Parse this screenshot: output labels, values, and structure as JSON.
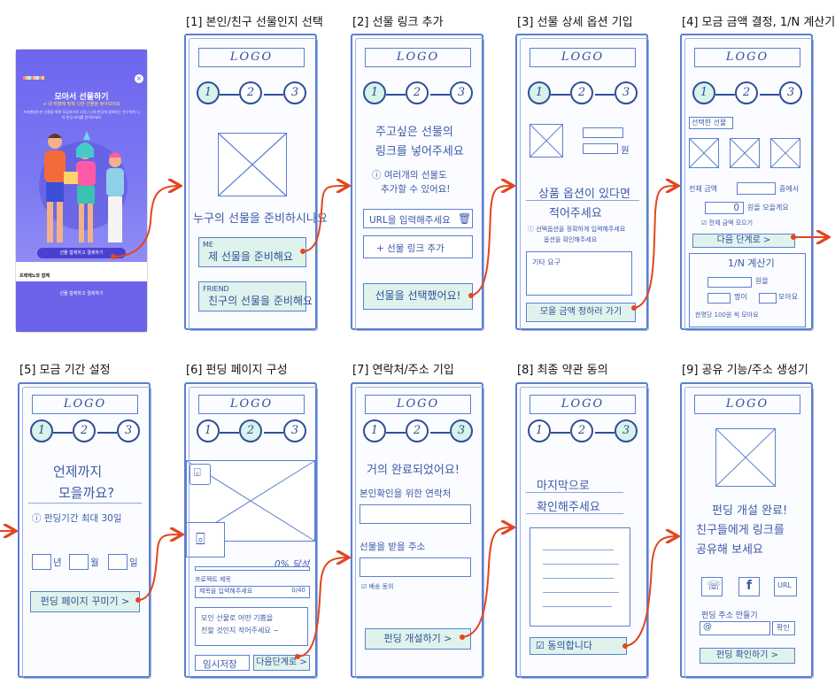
{
  "step_titles": [
    "[1] 본인/친구 선물인지 선택",
    "[2] 선물 링크 추가",
    "[3] 선물 상세 옵션 기입",
    "[4] 모금 금액 결정, 1/N 계산기",
    "[5] 모금 기간 설정",
    "[6] 펀딩 페이지 구성",
    "[7] 연락처/주소 기입",
    "[8] 최종 약관 동의",
    "[9] 공유 기능/주소 생성기"
  ],
  "logo_text": "LOGO",
  "stepper": [
    "1",
    "2",
    "3"
  ],
  "phone": {
    "title": "모아서 선물하기",
    "subtitle": "+ 내 취향에 맞춰 나만 선물을 찾아보아요",
    "desc": "프레젠테이션 선물을 위해 모금하기로 시작 / 나의 펀딩에 함께하는 친구에게 나의 펀딩 초대를 받아보세요",
    "cta": "선물 함께하고 결제하기",
    "footer_label": "프레제노와 함께",
    "bottom_cta": "선물 함께하고 결제하기"
  },
  "screen1": {
    "question": "누구의 선물을 준비하시나요",
    "me_tag": "ME",
    "me_btn": "제 선물을 준비해요",
    "friend_tag": "FRIEND",
    "friend_btn": "친구의 선물을 준비해요"
  },
  "screen2": {
    "line1": "주고싶은 선물의",
    "line2": "링크를 넣어주세요",
    "hint1": "ⓘ 여러개의 선물도",
    "hint2": "추가할 수 있어요!",
    "url_placeholder": "URL을 입력해주세요",
    "add_btn": "+ 선물 링크 추가",
    "next_btn": "선물을 선택했어요!"
  },
  "screen3": {
    "price_suffix": "원",
    "line1": "상품 옵션이 있다면",
    "line2": "적어주세요",
    "hint1": "ⓘ 선택옵션을 정확하게 입력해주세요",
    "hint2": "옵션을 확인해주세요",
    "memo_placeholder": "기타 요구",
    "next_btn": "모을 금액 정하러 가기"
  },
  "screen4": {
    "label": "선택한 선물",
    "total_label": "전체 금액",
    "total_suffix": "중에서",
    "amount_value": "0",
    "amount_suffix": "원을 모을게요",
    "check_label": "전체 금액 모으기",
    "next_btn": "다음 단계로 >",
    "calc_title": "1/N 계산기",
    "calc_won": "원을",
    "calc_people": "명이",
    "calc_split": "모아요",
    "calc_result": "한명당 100원 씩 모아요"
  },
  "screen5": {
    "line1": "언제까지",
    "line2": "모을까요?",
    "hint": "ⓘ 펀딩기간 최대 30일",
    "year": "년",
    "month": "월",
    "day": "일",
    "next_btn": "펀딩 페이지 꾸미기 >"
  },
  "screen6": {
    "progress_label": "0% 달성",
    "title_label": "프로젝트 제목",
    "title_placeholder": "제목을 입력해주세요",
    "counter": "0/40",
    "desc1": "모인 선물로 어떤 기쁨을",
    "desc2": "전할 것인지 적어주세요 ~",
    "prev_btn": "임시저장",
    "next_btn": "다음단계로 >"
  },
  "screen7": {
    "line1": "거의 완료되었어요!",
    "phone_label": "본인확인을 위한 연락처",
    "address_label": "선물을 받을 주소",
    "check_label": "배송 동의",
    "next_btn": "펀딩 개설하기 >"
  },
  "screen8": {
    "line1": "마지막으로",
    "line2": "확인해주세요",
    "agree_btn": "동의합니다"
  },
  "screen9": {
    "line1": "펀딩 개설 완료!",
    "line2": "친구들에게 링크를",
    "line3": "공유해 보세요",
    "share_icons": [
      "kakao-icon",
      "facebook-icon",
      "url-icon"
    ],
    "share_url": "URL",
    "addr_label": "펀딩 주소 만들기",
    "addr_at": "@",
    "addr_btn": "확인",
    "confirm_btn": "펀딩 확인하기 >"
  },
  "colors": {
    "sketch_blue": "#5b7fd0",
    "ink": "#2f4f9a",
    "mint": "#dff3ec",
    "arrow": "#e2461f",
    "phone_bg": "#6b63ea"
  }
}
